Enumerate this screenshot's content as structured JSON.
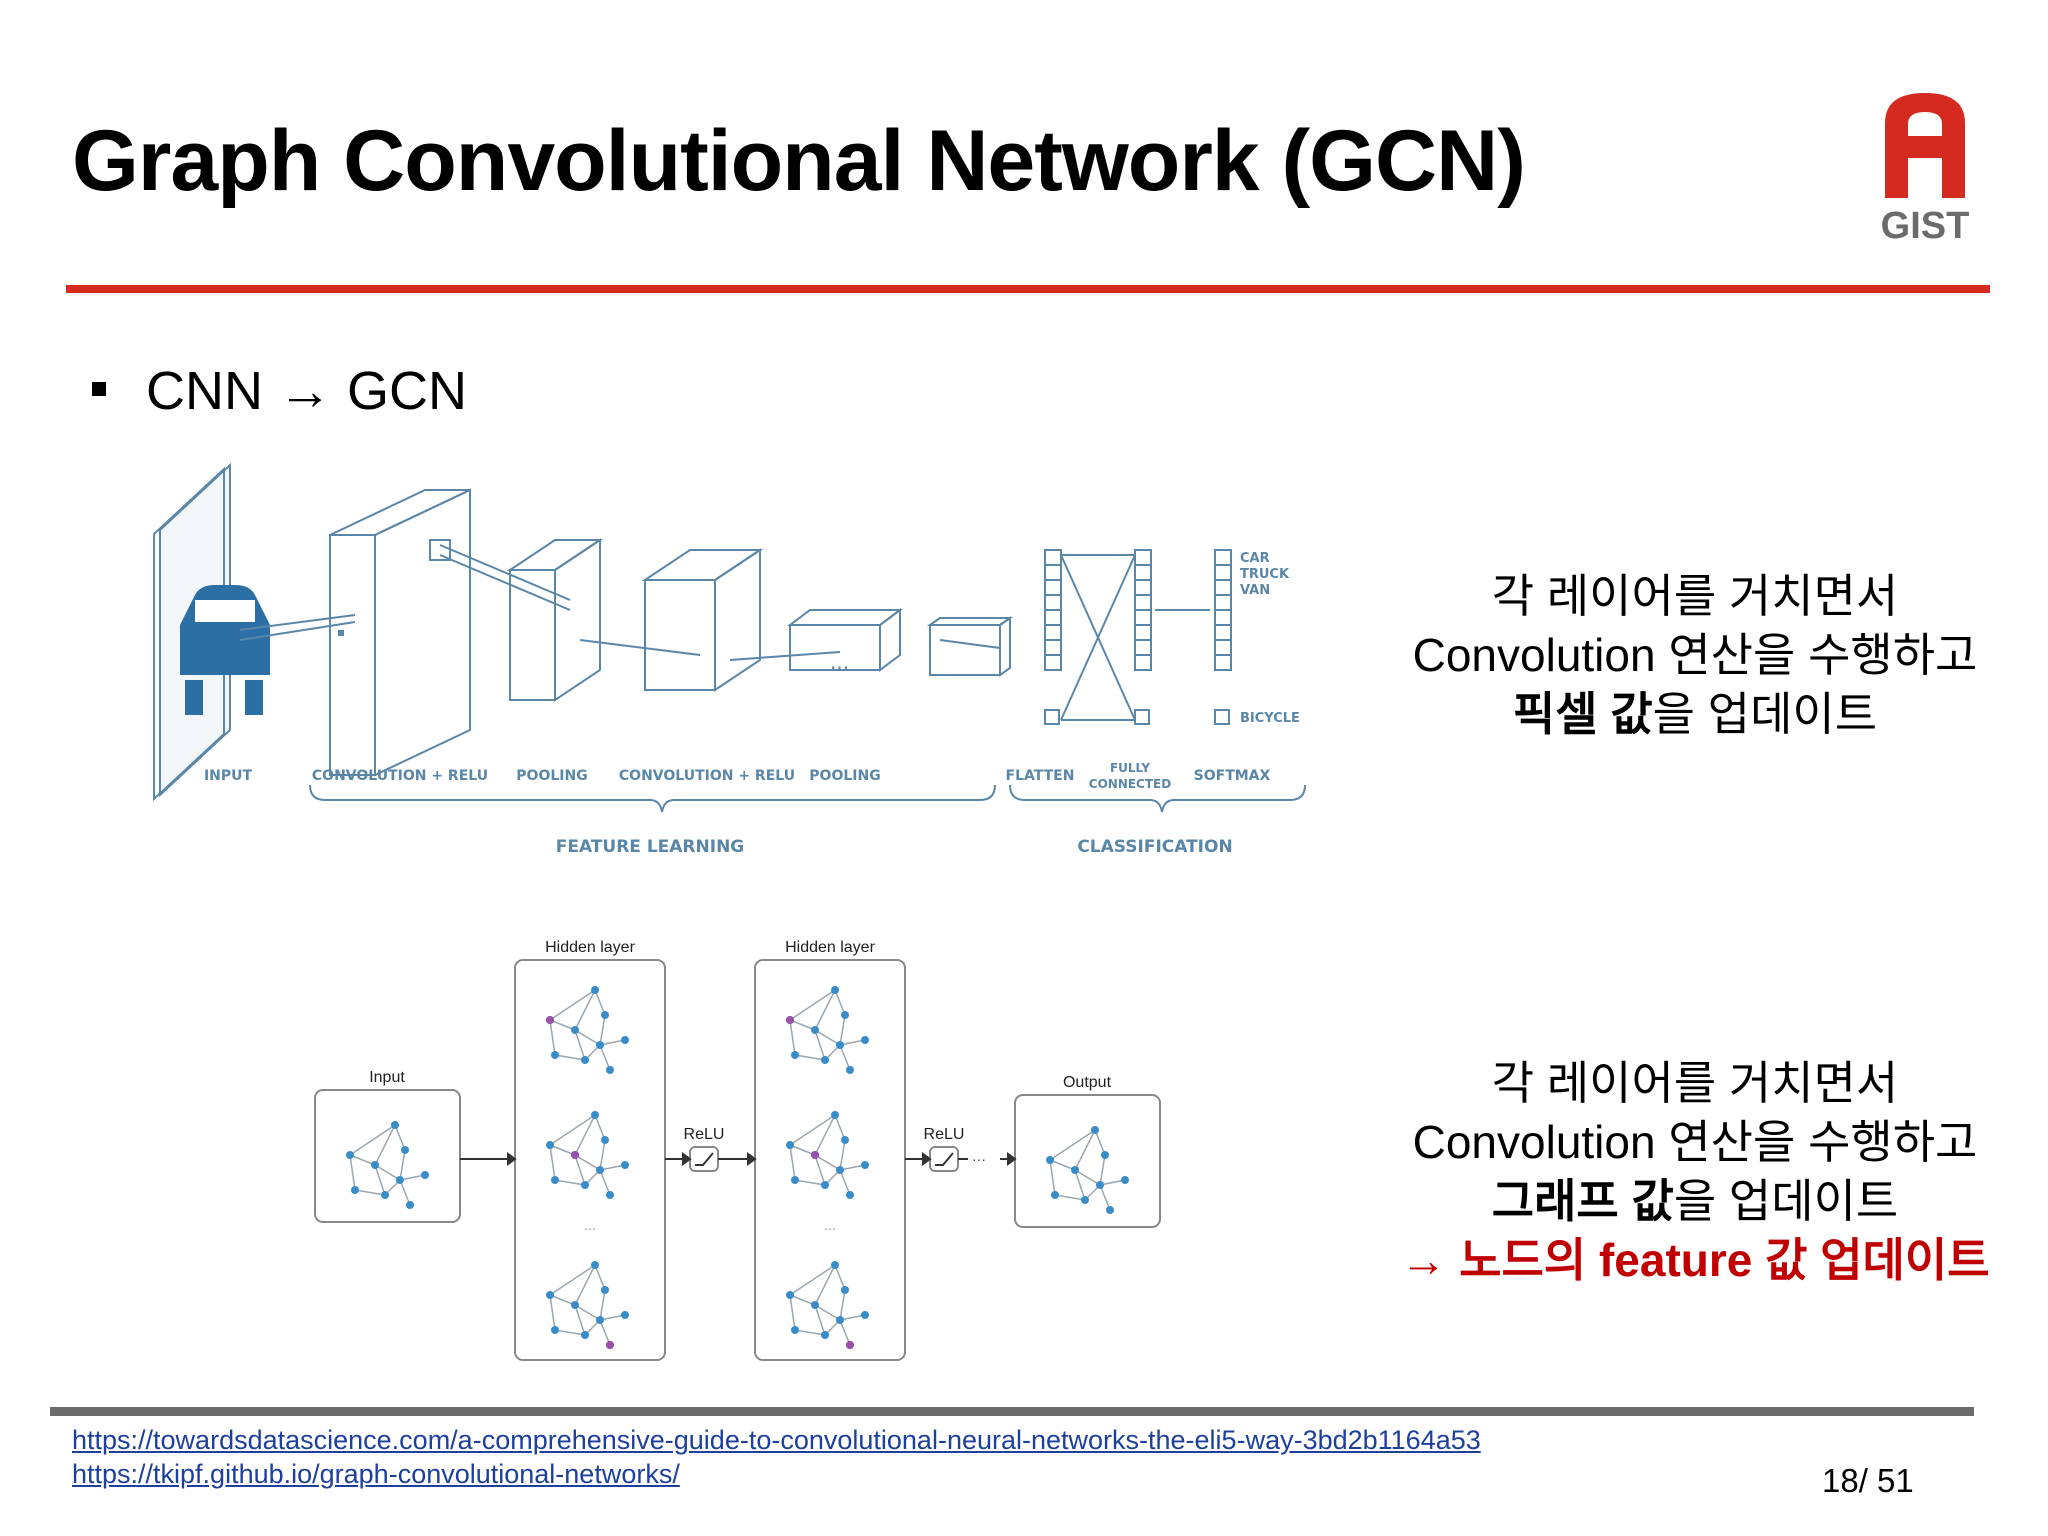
{
  "slide": {
    "title": "Graph Convolutional Network (GCN)",
    "bullet": "CNN → GCN",
    "logo_text": "GIST",
    "page": "18/ 51"
  },
  "cnn_figure": {
    "labels": {
      "input": "INPUT",
      "conv_relu_1": "CONVOLUTION + RELU",
      "pooling_1": "POOLING",
      "conv_relu_2": "CONVOLUTION + RELU",
      "pooling_2": "POOLING",
      "flatten": "FLATTEN",
      "fully": "FULLY",
      "connected": "CONNECTED",
      "softmax": "SOFTMAX",
      "feature_learning": "FEATURE LEARNING",
      "classification": "CLASSIFICATION"
    },
    "classes": [
      "CAR",
      "TRUCK",
      "VAN",
      "BICYCLE"
    ]
  },
  "gcn_figure": {
    "hidden_layer_1": "Hidden layer",
    "hidden_layer_2": "Hidden layer",
    "input": "Input",
    "output": "Output",
    "relu_1": "ReLU",
    "relu_2": "ReLU",
    "ellipsis": "...",
    "dots": "···"
  },
  "side_text_1": {
    "line1": "각 레이어를 거치면서",
    "line2": "Convolution 연산을 수행하고",
    "line3_bold": "픽셀 값",
    "line3_rest": "을 업데이트"
  },
  "side_text_2": {
    "line1": "각 레이어를 거치면서",
    "line2": "Convolution 연산을 수행하고",
    "line3_bold": "그래프 값",
    "line3_rest": "을 업데이트",
    "line4": "→ 노드의 feature 값 업데이트"
  },
  "references": [
    "https://towardsdatascience.com/a-comprehensive-guide-to-convolutional-neural-networks-the-eli5-way-3bd2b1164a53",
    "https://tkipf.github.io/graph-convolutional-networks/"
  ],
  "colors": {
    "accent_red": "#d42a1f",
    "highlight_red": "#c00000",
    "link_blue": "#1d3f9e",
    "diagram_blue": "#5a86a8",
    "node_blue": "#3a8cc8",
    "node_purple": "#9b4fa8"
  }
}
